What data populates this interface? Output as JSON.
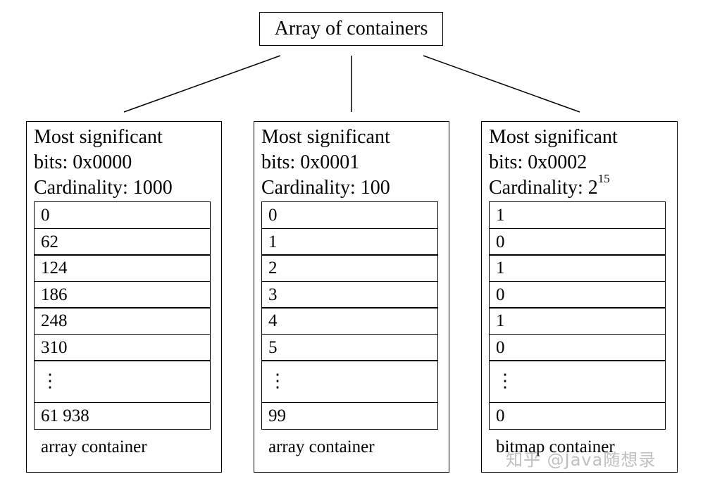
{
  "root": {
    "label": "Array of containers"
  },
  "containers": [
    {
      "header": {
        "line1": "Most significant",
        "line2": "bits: 0x0000",
        "line3": "Cardinality: 1000",
        "sup": ""
      },
      "cells": [
        "0",
        "62",
        "124",
        "186",
        "248",
        "310",
        "⋮",
        "61 938"
      ],
      "footer": "array container"
    },
    {
      "header": {
        "line1": "Most significant",
        "line2": "bits: 0x0001",
        "line3": "Cardinality: 100",
        "sup": ""
      },
      "cells": [
        "0",
        "1",
        "2",
        "3",
        "4",
        "5",
        "⋮",
        "99"
      ],
      "footer": "array container"
    },
    {
      "header": {
        "line1": "Most significant",
        "line2": "bits: 0x0002",
        "line3": "Cardinality: 2",
        "sup": "15"
      },
      "cells": [
        "1",
        "0",
        "1",
        "0",
        "1",
        "0",
        "⋮",
        "0"
      ],
      "footer": "bitmap container"
    }
  ],
  "watermark": "知乎 @Java随想录"
}
